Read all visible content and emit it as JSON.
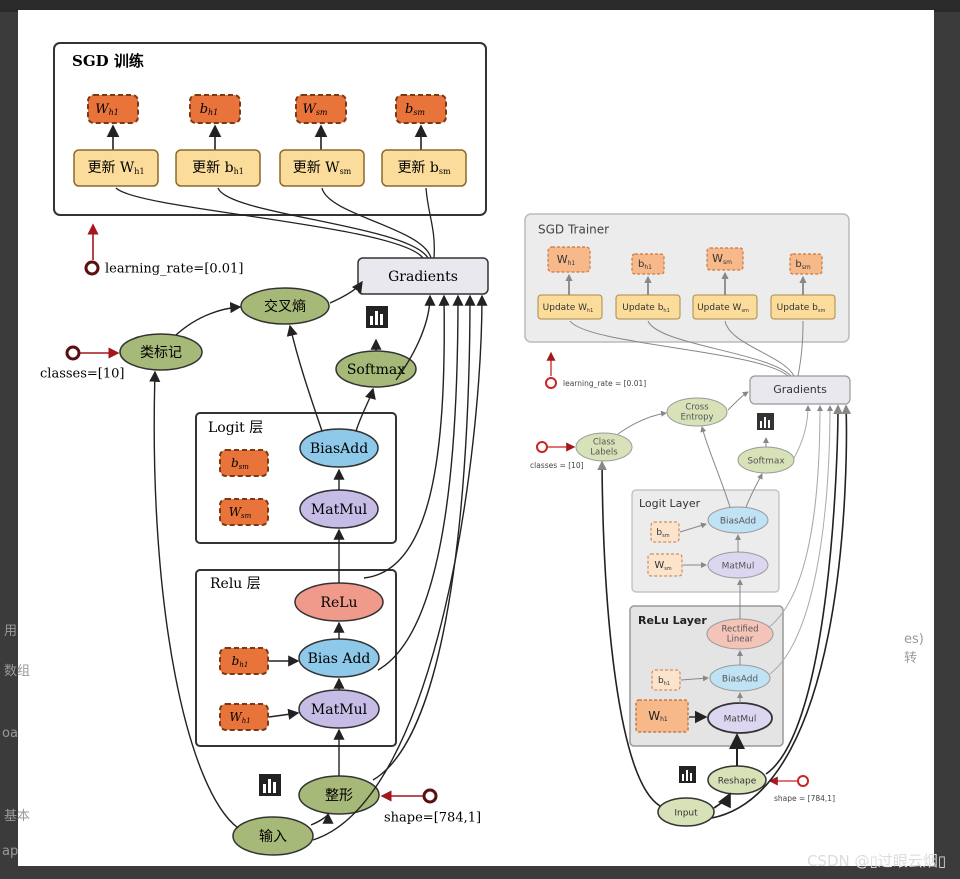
{
  "watermark": "CSDN @▯过眼云烟▯",
  "background_fragments": [
    "用",
    "数组",
    "oa",
    "基本",
    "ap",
    "es)转"
  ],
  "left": {
    "sgd_title": "SGD 训练",
    "params": [
      "W",
      "b",
      "W",
      "b"
    ],
    "param_subs": [
      "h1",
      "h1",
      "sm",
      "sm"
    ],
    "updates": [
      "更新 W",
      "更新 b",
      "更新 W",
      "更新 b"
    ],
    "update_subs": [
      "h1",
      "h1",
      "sm",
      "sm"
    ],
    "learning_rate": "learning_rate=[0.01]",
    "gradients": "Gradients",
    "cross_entropy": "交叉熵",
    "class_labels": "类标记",
    "classes": "classes=[10]",
    "softmax": "Softmax",
    "logit_title": "Logit 层",
    "bias_add_logit": "BiasAdd",
    "matmul_logit": "MatMul",
    "b_sm": "b",
    "b_sm_sub": "sm",
    "w_sm": "W",
    "w_sm_sub": "sm",
    "relu_title": "Relu 层",
    "relu": "ReLu",
    "bias_add_relu": "Bias Add",
    "matmul_relu": "MatMul",
    "b_h1": "b",
    "b_h1_sub": "h1",
    "w_h1": "W",
    "w_h1_sub": "h1",
    "reshape": "整形",
    "shape": "shape=[784,1]",
    "input": "输入"
  },
  "right": {
    "sgd_title": "SGD Trainer",
    "params": [
      "W",
      "b",
      "W",
      "b"
    ],
    "param_subs": [
      "h1",
      "h1",
      "sm",
      "sm"
    ],
    "updates": [
      "Update W",
      "Update b",
      "Update W",
      "Update b"
    ],
    "update_subs": [
      "h1",
      "h1",
      "sm",
      "sm"
    ],
    "learning_rate": "learning_rate = [0.01]",
    "gradients": "Gradients",
    "cross_entropy_1": "Cross",
    "cross_entropy_2": "Entropy",
    "class_labels_1": "Class",
    "class_labels_2": "Labels",
    "classes": "classes = [10]",
    "softmax": "Softmax",
    "logit_title": "Logit Layer",
    "bias_add_logit": "BiasAdd",
    "matmul_logit": "MatMul",
    "b_sm": "b",
    "b_sm_sub": "sm",
    "w_sm": "W",
    "w_sm_sub": "sm",
    "relu_title": "ReLu Layer",
    "relu_1": "Rectified",
    "relu_2": "Linear",
    "bias_add_relu": "BiasAdd",
    "matmul_relu": "MatMul",
    "b_h1": "b",
    "b_h1_sub": "h1",
    "w_h1": "W",
    "w_h1_sub": "h1",
    "reshape": "Reshape",
    "shape": "shape = [784,1]",
    "input": "Input"
  },
  "colors": {
    "param_fill": "#e8743b",
    "update_fill": "#fbdc9a",
    "node_green": "#a7b978",
    "node_blue": "#8ec9ea",
    "node_purple": "#c7bce6",
    "node_red": "#ef9a8a",
    "gradients_fill": "#e9e8ef",
    "terminal": "#8b1a1a"
  }
}
